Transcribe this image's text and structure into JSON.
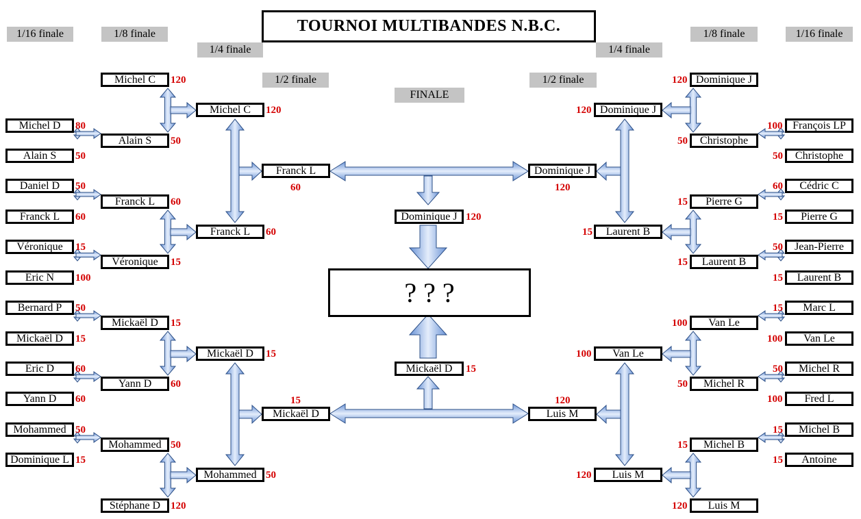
{
  "title": "TOURNOI MULTIBANDES N.B.C.",
  "round_labels": {
    "r16_left": "1/16 finale",
    "r8_left": "1/8 finale",
    "r4_left": "1/4 finale",
    "r2_left": "1/2 finale",
    "finale": "FINALE",
    "r2_right": "1/2 finale",
    "r4_right": "1/4 finale",
    "r8_right": "1/8 finale",
    "r16_right": "1/16 finale"
  },
  "final_winner": "? ? ?",
  "left": {
    "r16": [
      {
        "name": "Michel D",
        "score": "80"
      },
      {
        "name": "Alain S",
        "score": "50"
      },
      {
        "name": "Daniel D",
        "score": "50"
      },
      {
        "name": "Franck L",
        "score": "60"
      },
      {
        "name": "Véronique",
        "score": "15"
      },
      {
        "name": "Eric N",
        "score": "100"
      },
      {
        "name": "Bernard P",
        "score": "50"
      },
      {
        "name": "Mickaël D",
        "score": "15"
      },
      {
        "name": "Eric D",
        "score": "60"
      },
      {
        "name": "Yann D",
        "score": "60"
      },
      {
        "name": "Mohammed",
        "score": "50"
      },
      {
        "name": "Dominique L",
        "score": "15"
      }
    ],
    "r8": [
      {
        "name": "Michel C",
        "score": "120"
      },
      {
        "name": "Alain S",
        "score": "50"
      },
      {
        "name": "Franck L",
        "score": "60"
      },
      {
        "name": "Véronique",
        "score": "15"
      },
      {
        "name": "Mickaël D",
        "score": "15"
      },
      {
        "name": "Yann D",
        "score": "60"
      },
      {
        "name": "Mohammed",
        "score": "50"
      },
      {
        "name": "Stéphane D",
        "score": "120"
      }
    ],
    "r4": [
      {
        "name": "Michel C",
        "score": "120"
      },
      {
        "name": "Franck L",
        "score": "60"
      },
      {
        "name": "Mickaël D",
        "score": "15"
      },
      {
        "name": "Mohammed",
        "score": "50"
      }
    ],
    "r2": [
      {
        "name": "Franck L",
        "score": "60"
      },
      {
        "name": "Mickaël D",
        "score": "15"
      }
    ]
  },
  "right": {
    "r16": [
      {
        "name": "François LP",
        "score": "100"
      },
      {
        "name": "Christophe",
        "score": "50"
      },
      {
        "name": "Cédric C",
        "score": "60"
      },
      {
        "name": "Pierre G",
        "score": "15"
      },
      {
        "name": "Jean-Pierre",
        "score": "50"
      },
      {
        "name": "Laurent B",
        "score": "15"
      },
      {
        "name": "Marc L",
        "score": "15"
      },
      {
        "name": "Van Le",
        "score": "100"
      },
      {
        "name": "Michel R",
        "score": "50"
      },
      {
        "name": "Fred L",
        "score": "100"
      },
      {
        "name": "Michel B",
        "score": "15"
      },
      {
        "name": "Antoine",
        "score": "15"
      }
    ],
    "r8": [
      {
        "name": "Dominique J",
        "score": "120"
      },
      {
        "name": "Christophe",
        "score": "50"
      },
      {
        "name": "Pierre G",
        "score": "15"
      },
      {
        "name": "Laurent B",
        "score": "15"
      },
      {
        "name": "Van Le",
        "score": "100"
      },
      {
        "name": "Michel R",
        "score": "50"
      },
      {
        "name": "Michel B",
        "score": "15"
      },
      {
        "name": "Luis M",
        "score": "120"
      }
    ],
    "r4": [
      {
        "name": "Dominique J",
        "score": "120"
      },
      {
        "name": "Laurent B",
        "score": "15"
      },
      {
        "name": "Van Le",
        "score": "100"
      },
      {
        "name": "Luis M",
        "score": "120"
      }
    ],
    "r2": [
      {
        "name": "Dominique J",
        "score": "120"
      },
      {
        "name": "Luis M",
        "score": "120"
      }
    ]
  },
  "finalists": [
    {
      "name": "Dominique J",
      "score": "120"
    },
    {
      "name": "Mickaël D",
      "score": "15"
    }
  ]
}
